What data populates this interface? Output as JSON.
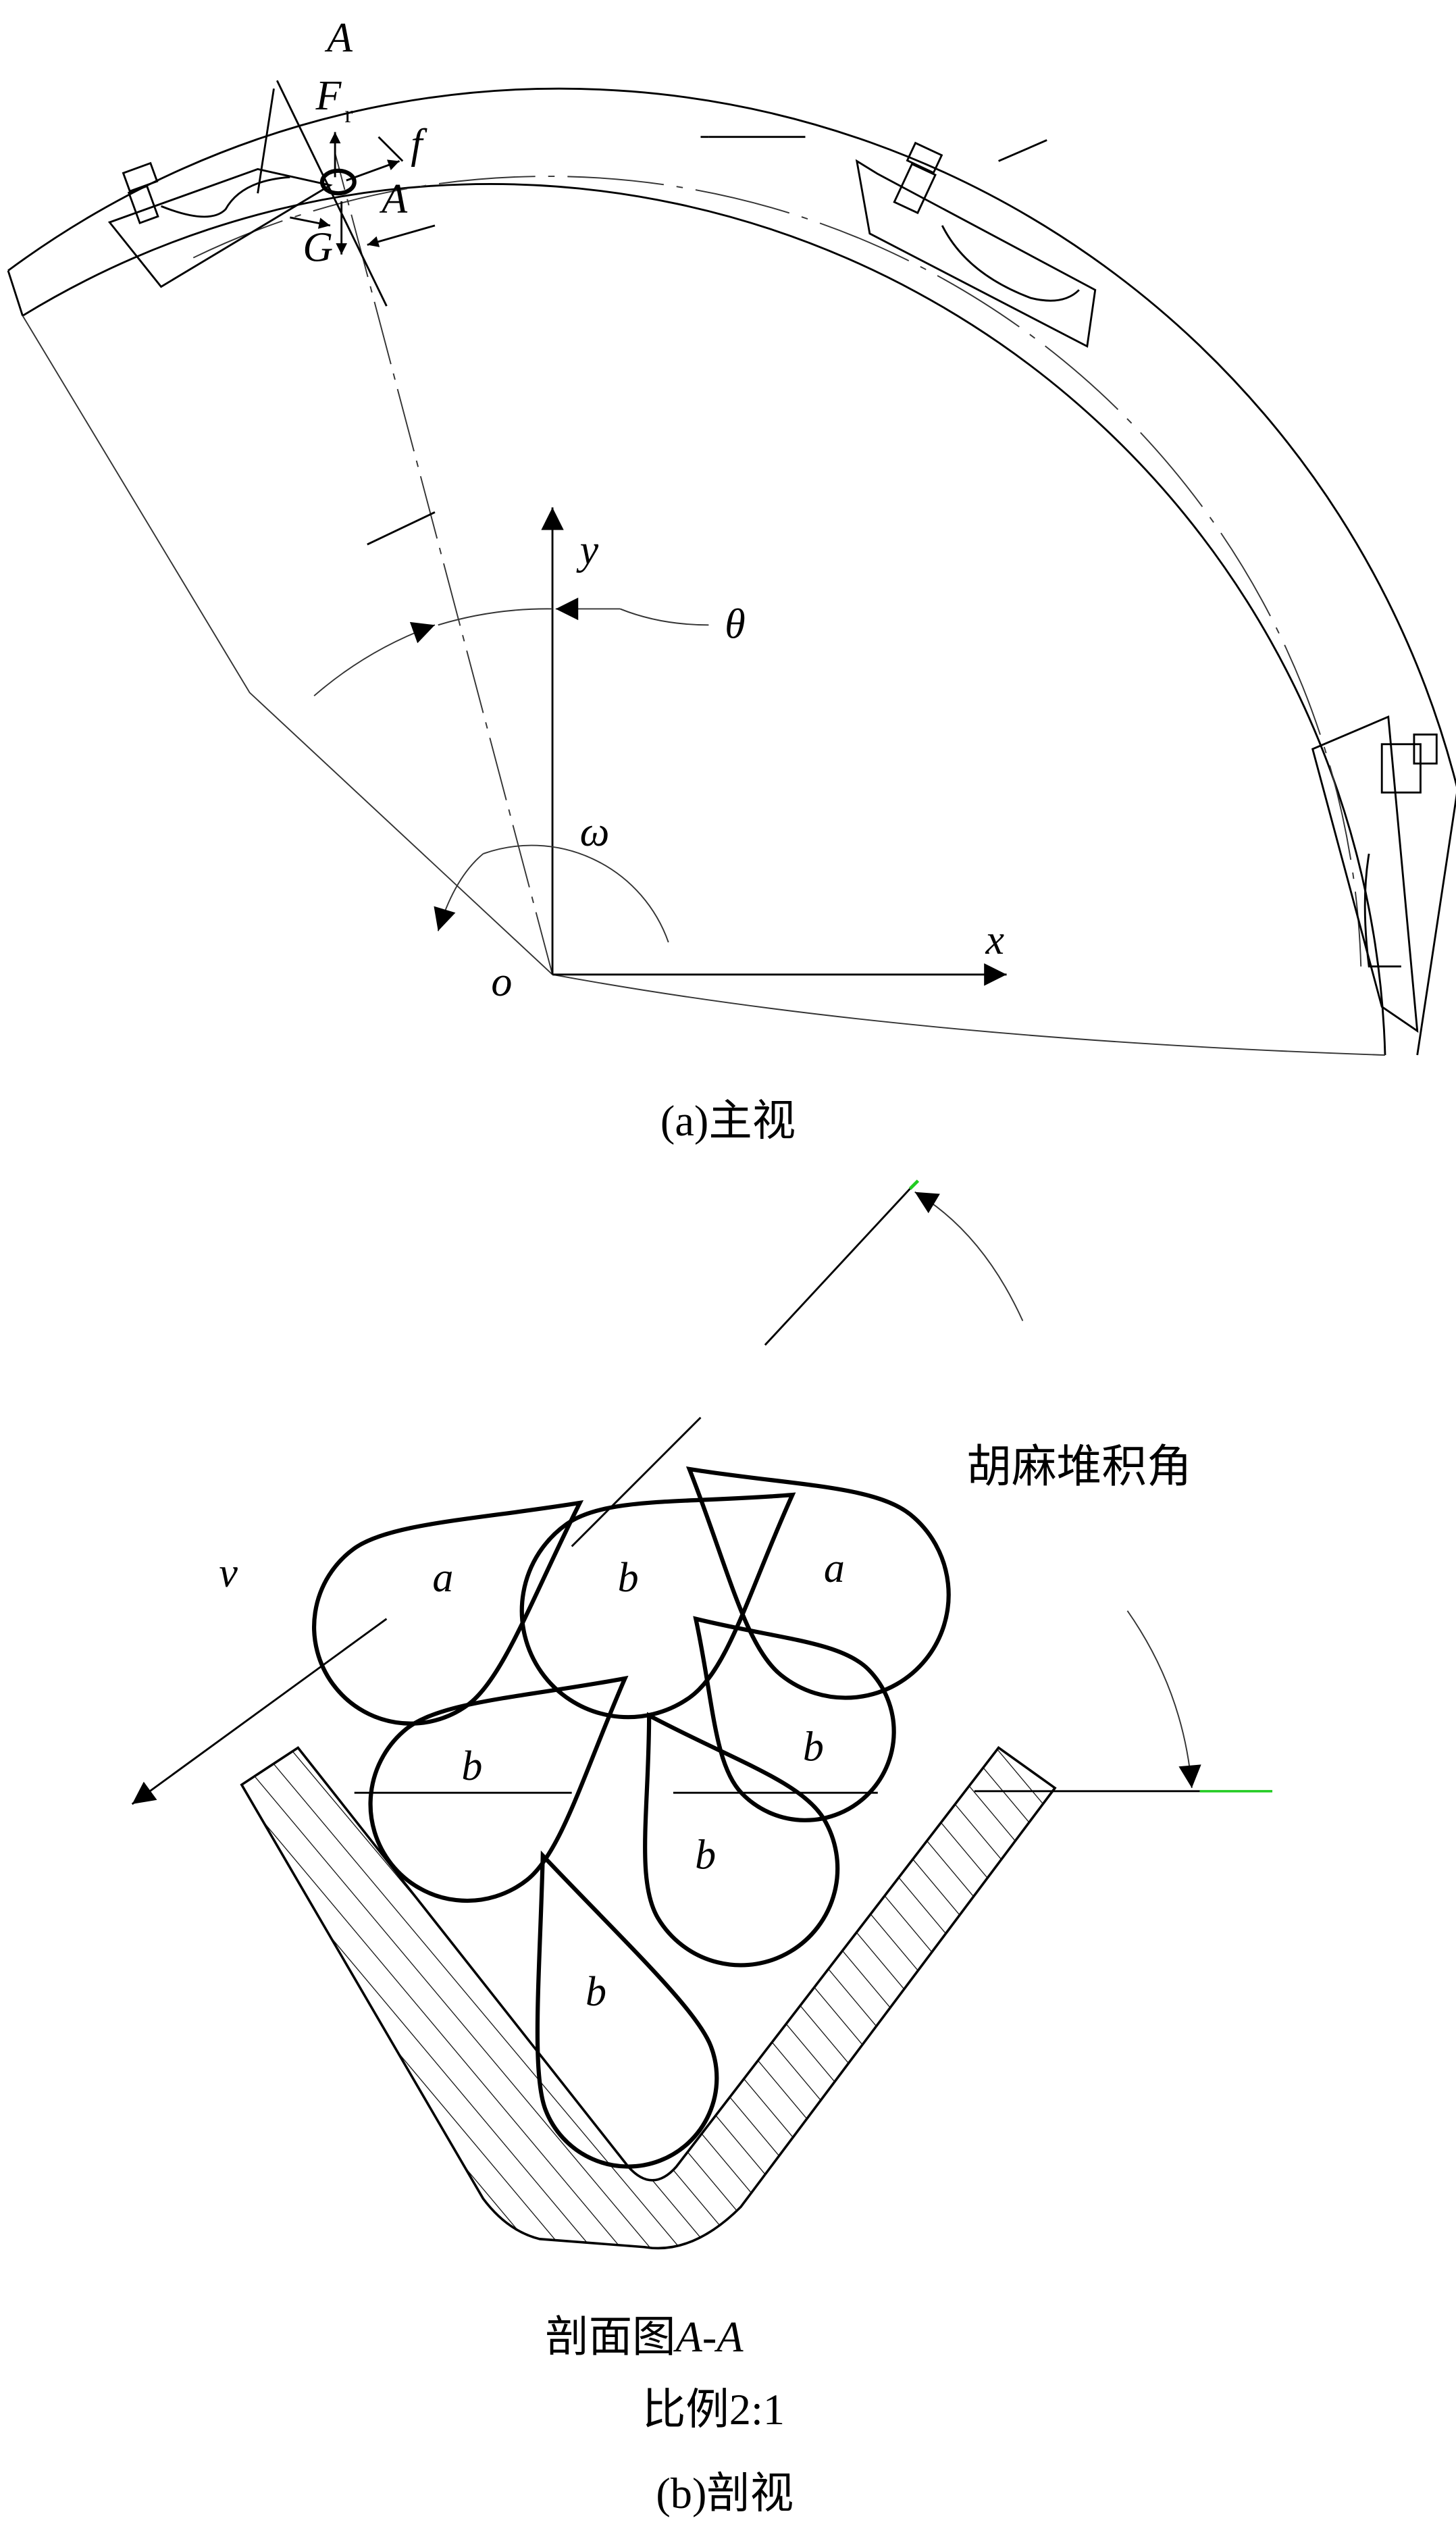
{
  "figure_a": {
    "labels": {
      "A_top": "A",
      "F": "F",
      "F_sub": "r",
      "f": "f",
      "G": "G",
      "A_bottom": "A",
      "y": "y",
      "x": "x",
      "o": "o",
      "theta": "θ",
      "omega": "ω"
    },
    "caption": "(a)主视"
  },
  "figure_b": {
    "seed_labels": [
      "a",
      "b",
      "a",
      "b",
      "b",
      "b",
      "b"
    ],
    "velocity_label": "v",
    "angle_label": "胡麻堆积角",
    "section_title_prefix": "剖面图",
    "section_title_italic": "A-A",
    "scale_label": "比例2:1",
    "caption": "(b)剖视"
  },
  "colors": {
    "line": "#000000",
    "accent": "#22cc22"
  }
}
